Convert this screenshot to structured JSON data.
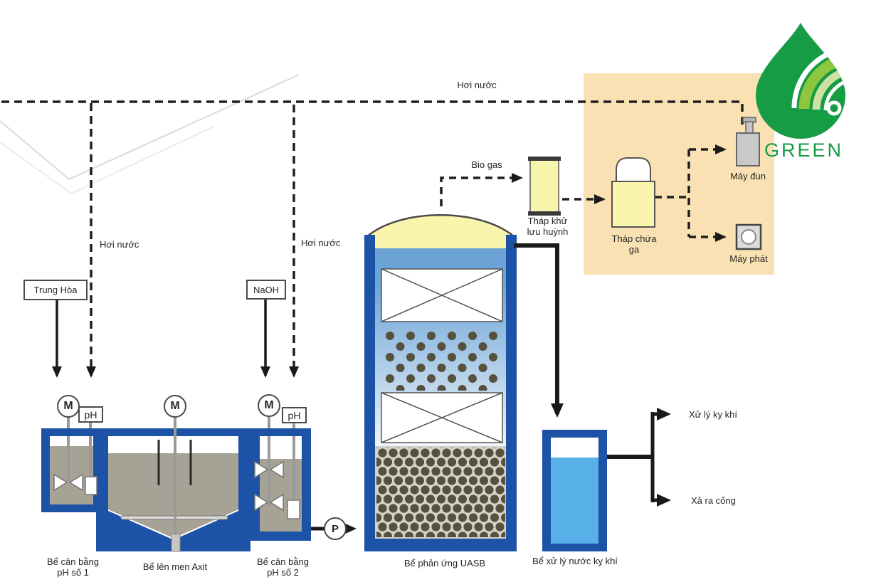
{
  "diagram": {
    "labels": {
      "steam_top": "Hơi nước",
      "steam_left": "Hơi nước",
      "steam_right": "Hơi nước",
      "biogas": "Bio gas",
      "dosing_neutralizer": "Trung Hòa",
      "dosing_naoh": "NaOH",
      "tank1_line1": "Bể cân bằng",
      "tank1_line2": "pH số 1",
      "tank2": "Bể lên men Axit",
      "tank3_line1": "Bể cân bằng",
      "tank3_line2": "pH số 2",
      "uasb": "Bể phản ứng UASB",
      "sulfur_tower_line1": "Tháp khử",
      "sulfur_tower_line2": "lưu huỳnh",
      "gas_tower_line1": "Tháp chứa",
      "gas_tower_line2": "ga",
      "boiler": "Máy đun",
      "generator": "Máy phát",
      "treated_tank": "Bể xử lý nước kỵ khí",
      "outlet_top": "Xử lý kỵ khí",
      "outlet_bottom": "Xả ra cống"
    },
    "instruments": {
      "mixer": "M",
      "ph_meter": "pH",
      "pump": "P"
    },
    "logo": {
      "text": "GREEN"
    },
    "colors": {
      "tank_border_blue": "#1d53a6",
      "liquid_gray": "#a6a295",
      "gas_yellow": "#faf5ac",
      "water_blue": "#6ba3d6",
      "treated_water_blue": "#58b0e8",
      "panel_orange": "#fae1b3",
      "sludge_dots": "#56503e",
      "logo_green": "#169c44",
      "line_black": "#1f1f1f"
    }
  }
}
